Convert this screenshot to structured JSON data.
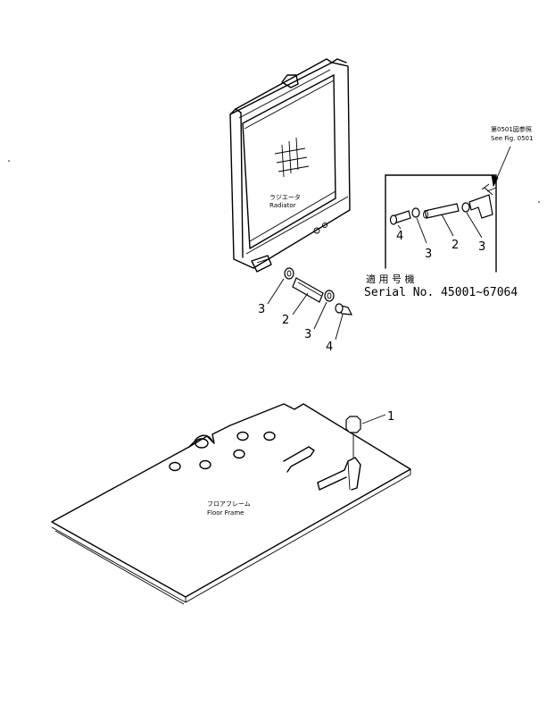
{
  "radiator": {
    "jp": "ラジエータ",
    "en": "Radiator"
  },
  "floor_frame": {
    "jp": "フロアフレーム",
    "en": "Floor Frame"
  },
  "see_fig": {
    "line1": "第0501図参照",
    "line2": "See Fig. 0501"
  },
  "serial": {
    "jp": "適 用 号 機",
    "en": "Serial No. 45001~67064"
  },
  "callouts": {
    "main_3a": "3",
    "main_2": "2",
    "main_3b": "3",
    "main_4": "4",
    "inset_4": "4",
    "inset_3a": "3",
    "inset_2": "2",
    "inset_3b": "3",
    "floor_1": "1"
  }
}
